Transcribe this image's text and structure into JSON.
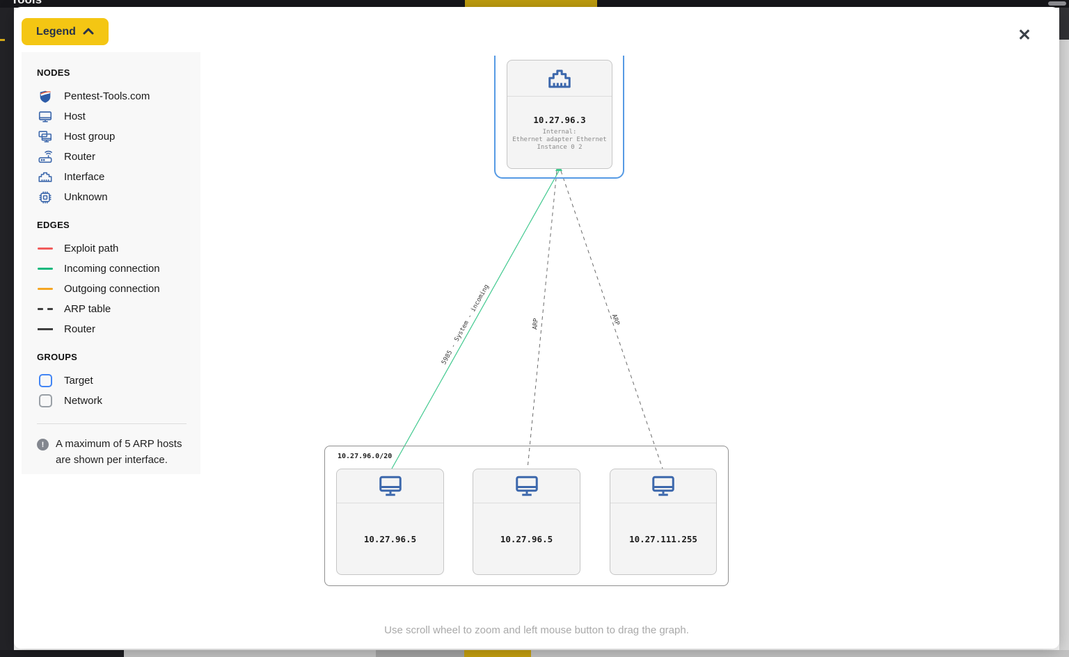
{
  "background": {
    "top_bar_title": "Tools"
  },
  "modal": {
    "legend_button": {
      "label": "Legend"
    },
    "close_label": "✕",
    "caption": "Use scroll wheel to zoom and left mouse button to drag the graph.",
    "legend": {
      "nodes_title": "NODES",
      "nodes": [
        {
          "label": "Pentest-Tools.com",
          "icon": "pentest-tools-shield-icon"
        },
        {
          "label": "Host",
          "icon": "host-monitor-icon"
        },
        {
          "label": "Host group",
          "icon": "host-group-icon"
        },
        {
          "label": "Router",
          "icon": "router-icon"
        },
        {
          "label": "Interface",
          "icon": "interface-port-icon"
        },
        {
          "label": "Unknown",
          "icon": "unknown-chip-icon"
        }
      ],
      "edges_title": "EDGES",
      "edges": [
        {
          "label": "Exploit path",
          "color": "#f15b5b",
          "style": "solid"
        },
        {
          "label": "Incoming connection",
          "color": "#13b97d",
          "style": "solid"
        },
        {
          "label": "Outgoing connection",
          "color": "#f5a623",
          "style": "solid"
        },
        {
          "label": "ARP table",
          "color": "#3f3f3f",
          "style": "dashed"
        },
        {
          "label": "Router",
          "color": "#3f3f3f",
          "style": "solid"
        }
      ],
      "groups_title": "GROUPS",
      "groups": [
        {
          "label": "Target",
          "color": "#4285f4"
        },
        {
          "label": "Network",
          "color": "#9aa0a6"
        }
      ],
      "note": "A maximum of 5 ARP hosts are shown per interface."
    },
    "graph": {
      "interface_node": {
        "ip": "10.27.96.3",
        "detail_line1": "Internal:",
        "detail_line2": "Ethernet adapter Ethernet Instance 0 2"
      },
      "network_group": {
        "label": "10.27.96.0/20"
      },
      "hosts": [
        {
          "ip": "10.27.96.5"
        },
        {
          "ip": "10.27.96.5"
        },
        {
          "ip": "10.27.111.255"
        }
      ],
      "edge_labels": {
        "incoming": "5985 - System - incoming",
        "arp1": "ARP",
        "arp2": "ARP"
      }
    },
    "colors": {
      "accent_yellow": "#f4c613",
      "node_icon_blue": "#3d68ac",
      "incoming_green": "#13b97d",
      "exploit_red": "#f15b5b",
      "outgoing_orange": "#f5a623",
      "arp_dash_gray": "#666666",
      "target_group_blue": "#569ae4"
    }
  }
}
